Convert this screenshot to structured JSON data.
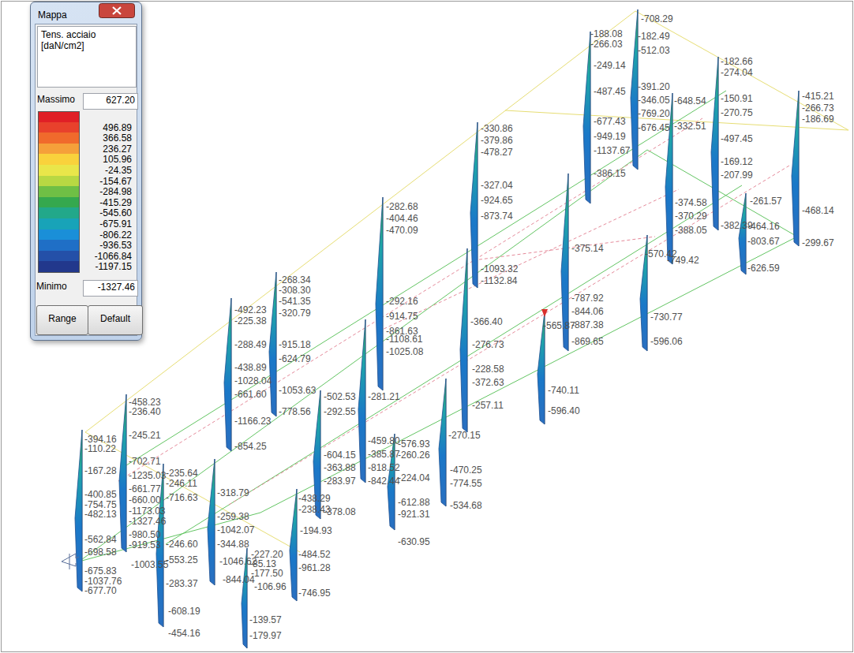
{
  "diagram": {
    "nodes": [
      {
        "text": [
          "Mappa"
        ]
      },
      {
        "text": [
          "Tens. acciaio [daN/cm2]"
        ],
        "in": 0
      },
      {
        "text": [
          "627.20"
        ],
        "in": 0
      },
      {
        "text": [
          "-1327.46"
        ],
        "in": 0
      },
      {
        "text": [
          "Range"
        ],
        "in": 0
      },
      {
        "text": [
          "Default"
        ],
        "in": 0
      }
    ],
    "labels": [
      "Massimo",
      "Minimo",
      "-708.29",
      "-188.08",
      "-266.03",
      "-182.49",
      "-512.03",
      "-249.14",
      "-487.45",
      "-391.20",
      "-346.05",
      "-769.20",
      "-676.45",
      "-677.43",
      "-949.19",
      "-1137.67",
      "-386.15",
      "-182.66",
      "-274.04",
      "-150.91",
      "-270.75",
      "-497.45",
      "-169.12",
      "-207.99",
      "-382.39",
      "-648.54",
      "-332.51",
      "-374.58",
      "-370.29",
      "-388.05",
      "-749.42",
      "-570.42",
      "-261.57",
      "-464.16",
      "-803.67",
      "-626.59",
      "-415.21",
      "-266.73",
      "-186.69",
      "-468.14",
      "-299.67",
      "-330.86",
      "-379.86",
      "-478.27",
      "-327.04",
      "-924.65",
      "-873.74",
      "-1093.32",
      "-1132.84",
      "-375.14",
      "-787.92",
      "-844.06",
      "-887.38",
      "-869.65",
      "-565.87",
      "-730.77",
      "-596.06",
      "-740.11",
      "-596.40",
      "-282.68",
      "-404.46",
      "-470.09",
      "-292.16",
      "-914.75",
      "-861.63",
      "-1108.61",
      "-1025.08",
      "-366.40",
      "-276.73",
      "-228.58",
      "-372.63",
      "-257.11",
      "-270.15",
      "-470.25",
      "-774.55",
      "-534.68",
      "-281.21",
      "-459.80",
      "-385.87",
      "-818.52",
      "-842.44",
      "-576.93",
      "-260.26",
      "-224.04",
      "-612.88",
      "-921.31",
      "-630.95",
      "-268.34",
      "-308.30",
      "-541.35",
      "-320.79",
      "-915.18",
      "-624.79",
      "-1053.63",
      "-778.56",
      "-502.53",
      "-292.55",
      "-604.15",
      "-363.88",
      "-283.97",
      "-378.08",
      "-492.23",
      "-225.38",
      "-288.49",
      "-438.89",
      "-1028.04",
      "-661.60",
      "-1166.23",
      "-854.25",
      "-318.79",
      "-259.38",
      "-1042.07",
      "-344.88",
      "-1046.62",
      "-844.04",
      "-438.29",
      "-238.43",
      "-194.93",
      "-484.52",
      "-961.28",
      "-746.95",
      "-227.20",
      "-85.13",
      "-177.50",
      "-106.96",
      "-139.57",
      "-179.97",
      "-458.23",
      "-236.40",
      "-245.21",
      "-702.71",
      "-1235.03",
      "-661.77",
      "-660.00",
      "-1173.03",
      "-1327.46",
      "-980.50",
      "-919.53",
      "-1003.55",
      "-394.16",
      "-110.22",
      "-167.28",
      "-400.85",
      "-754.75",
      "-482.13",
      "-562.84",
      "-698.58",
      "-675.83",
      "-1037.76",
      "-677.70",
      "-235.64",
      "-246.11",
      "-716.63",
      "-246.60",
      "-553.25",
      "-283.37",
      "-608.19",
      "-454.16"
    ],
    "legend": [
      {
        "text": "496.89",
        "color": "#e8412c"
      },
      {
        "text": "366.58",
        "color": "#f06a2c"
      },
      {
        "text": "236.27",
        "color": "#f5a03a"
      },
      {
        "text": "105.96",
        "color": "#f9d23c"
      },
      {
        "text": "-24.35",
        "color": "#e9e64a"
      },
      {
        "text": "-154.67",
        "color": "#b8d843"
      },
      {
        "text": "-284.98",
        "color": "#6fbf45"
      },
      {
        "text": "-415.29",
        "color": "#35a84e"
      },
      {
        "text": "-545.60",
        "color": "#22a88a"
      },
      {
        "text": "-675.91",
        "color": "#18a3b8"
      },
      {
        "text": "-806.22",
        "color": "#1a8fd8"
      },
      {
        "text": "-936.53",
        "color": "#1f6fc6"
      },
      {
        "text": "-1066.84",
        "color": "#2450a8"
      },
      {
        "text": "-1197.15",
        "color": "#22388c"
      }
    ]
  }
}
